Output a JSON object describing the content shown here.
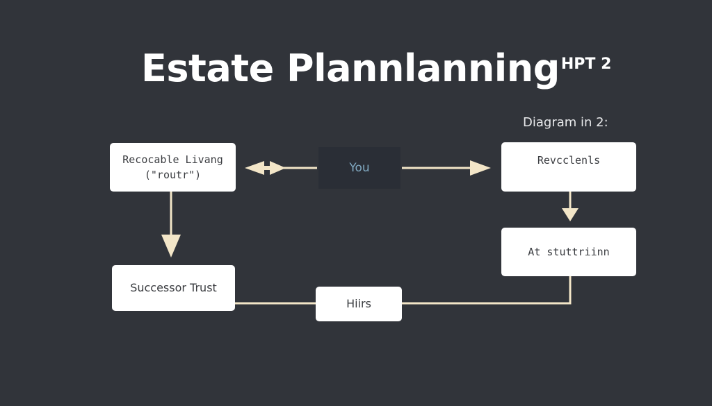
{
  "title": {
    "main": "Estate Plannlanning",
    "suffix": "HPT 2"
  },
  "subtitle": "Diagram in 2:",
  "nodes": {
    "revocable_living": {
      "line1": "Recocable Livang",
      "line2": "(\"routr\")"
    },
    "you": "You",
    "revcclenls": "Revcclenls",
    "at_stuttriinn": "At stuttriinn",
    "successor_trust": "Successor Trust",
    "hiirs": "Hiirs"
  },
  "colors": {
    "background": "#31343a",
    "box_fill": "#ffffff",
    "box_text": "#3a3c40",
    "arrow": "#f3e6c8",
    "you_box": "#2a2e36",
    "you_text": "#7fa7bf"
  },
  "edges": [
    {
      "from": "you",
      "to": "revocable_living",
      "type": "double-arrow"
    },
    {
      "from": "you",
      "to": "revcclenls",
      "type": "arrow"
    },
    {
      "from": "revocable_living",
      "to": "successor_trust",
      "type": "arrow"
    },
    {
      "from": "revcclenls",
      "to": "at_stuttriinn",
      "type": "arrow"
    },
    {
      "from": "at_stuttriinn",
      "to": "hiirs",
      "type": "line"
    },
    {
      "from": "successor_trust",
      "to": "hiirs",
      "type": "line"
    }
  ]
}
